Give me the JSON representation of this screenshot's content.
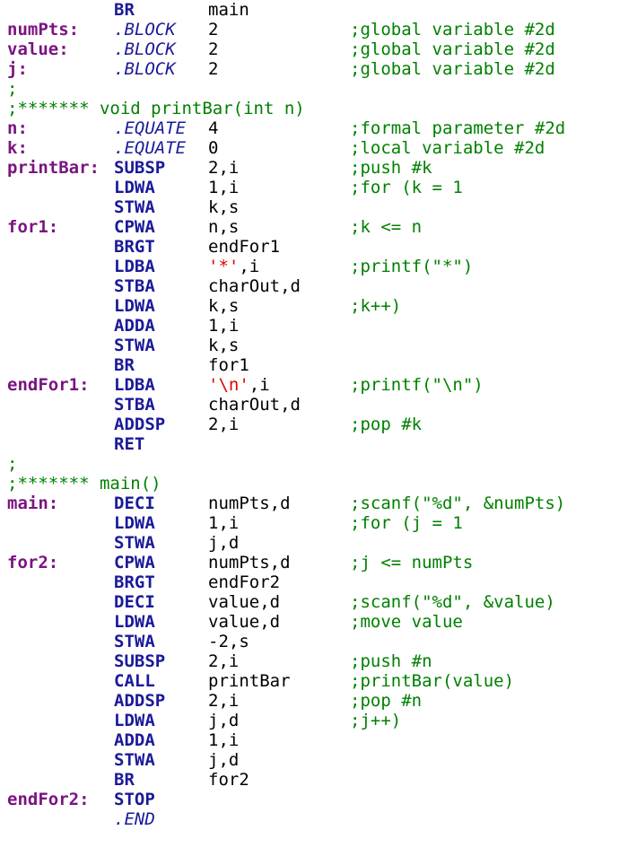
{
  "lines": [
    {
      "label": "",
      "op": "BR",
      "args": "main",
      "comment": ""
    },
    {
      "label": "numPts:",
      "op": ".BLOCK",
      "args": "2",
      "comment": ";global variable #2d"
    },
    {
      "label": "value:",
      "op": ".BLOCK",
      "args": "2",
      "comment": ";global variable #2d"
    },
    {
      "label": "j:",
      "op": ".BLOCK",
      "args": "2",
      "comment": ";global variable #2d"
    },
    {
      "full": ";"
    },
    {
      "full": ";******* void printBar(int n)"
    },
    {
      "label": "n:",
      "op": ".EQUATE",
      "args": "4",
      "comment": ";formal parameter #2d"
    },
    {
      "label": "k:",
      "op": ".EQUATE",
      "args": "0",
      "comment": ";local variable #2d"
    },
    {
      "label": "printBar:",
      "op": "SUBSP",
      "args": "2,i",
      "comment": ";push #k"
    },
    {
      "label": "",
      "op": "LDWA",
      "args": "1,i",
      "comment": ";for (k = 1"
    },
    {
      "label": "",
      "op": "STWA",
      "args": "k,s",
      "comment": ""
    },
    {
      "label": "for1:",
      "op": "CPWA",
      "args": "n,s",
      "comment": ";k <= n"
    },
    {
      "label": "",
      "op": "BRGT",
      "args": "endFor1",
      "comment": ""
    },
    {
      "label": "",
      "op": "LDBA",
      "str": "'*'",
      "args": ",i",
      "comment": ";printf(\"*\")"
    },
    {
      "label": "",
      "op": "STBA",
      "args": "charOut,d",
      "comment": ""
    },
    {
      "label": "",
      "op": "LDWA",
      "args": "k,s",
      "comment": ";k++)"
    },
    {
      "label": "",
      "op": "ADDA",
      "args": "1,i",
      "comment": ""
    },
    {
      "label": "",
      "op": "STWA",
      "args": "k,s",
      "comment": ""
    },
    {
      "label": "",
      "op": "BR",
      "args": "for1",
      "comment": ""
    },
    {
      "label": "endFor1:",
      "op": "LDBA",
      "str": "'\\n'",
      "args": ",i",
      "comment": ";printf(\"\\n\")"
    },
    {
      "label": "",
      "op": "STBA",
      "args": "charOut,d",
      "comment": ""
    },
    {
      "label": "",
      "op": "ADDSP",
      "args": "2,i",
      "comment": ";pop #k"
    },
    {
      "label": "",
      "op": "RET",
      "args": "",
      "comment": ""
    },
    {
      "full": ";"
    },
    {
      "full": ";******* main()"
    },
    {
      "label": "main:",
      "op": "DECI",
      "args": "numPts,d",
      "comment": ";scanf(\"%d\", &numPts)"
    },
    {
      "label": "",
      "op": "LDWA",
      "args": "1,i",
      "comment": ";for (j = 1"
    },
    {
      "label": "",
      "op": "STWA",
      "args": "j,d",
      "comment": ""
    },
    {
      "label": "for2:",
      "op": "CPWA",
      "args": "numPts,d",
      "comment": ";j <= numPts"
    },
    {
      "label": "",
      "op": "BRGT",
      "args": "endFor2",
      "comment": ""
    },
    {
      "label": "",
      "op": "DECI",
      "args": "value,d",
      "comment": ";scanf(\"%d\", &value)"
    },
    {
      "label": "",
      "op": "LDWA",
      "args": "value,d",
      "comment": ";move value"
    },
    {
      "label": "",
      "op": "STWA",
      "args": "-2,s",
      "comment": ""
    },
    {
      "label": "",
      "op": "SUBSP",
      "args": "2,i",
      "comment": ";push #n"
    },
    {
      "label": "",
      "op": "CALL",
      "args": "printBar",
      "comment": ";printBar(value)"
    },
    {
      "label": "",
      "op": "ADDSP",
      "args": "2,i",
      "comment": ";pop #n"
    },
    {
      "label": "",
      "op": "LDWA",
      "args": "j,d",
      "comment": ";j++)"
    },
    {
      "label": "",
      "op": "ADDA",
      "args": "1,i",
      "comment": ""
    },
    {
      "label": "",
      "op": "STWA",
      "args": "j,d",
      "comment": ""
    },
    {
      "label": "",
      "op": "BR",
      "args": "for2",
      "comment": ""
    },
    {
      "label": "endFor2:",
      "op": "STOP",
      "args": "",
      "comment": ""
    },
    {
      "label": "",
      "op": ".END",
      "args": "",
      "comment": ""
    }
  ]
}
